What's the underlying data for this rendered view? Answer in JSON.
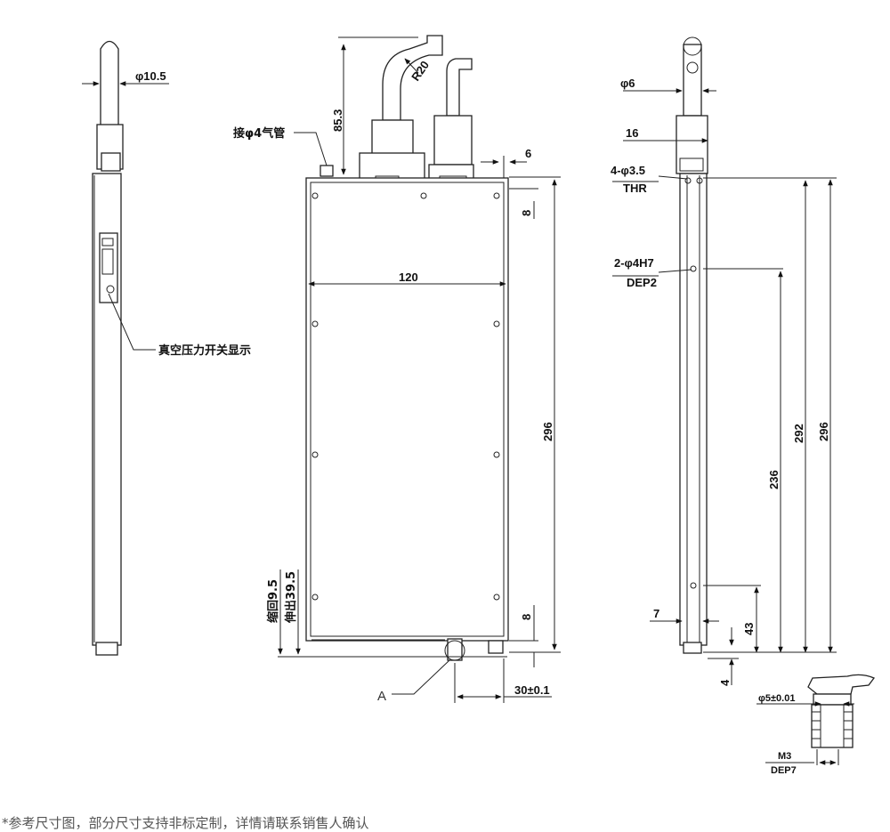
{
  "views": {
    "left": {
      "dim_diameter": "φ10.5",
      "callout_display": "真空压力开关显示"
    },
    "front": {
      "dim_height_top": "85.3",
      "dim_radius": "R20",
      "callout_air": "接φ4气管",
      "dim_6": "6",
      "dim_8_top": "8",
      "dim_width": "120",
      "dim_height": "296",
      "dim_8_bottom": "8",
      "dim_retract": "缩回9.5",
      "dim_extend": "伸出39.5",
      "detail_marker": "A",
      "dim_30": "30±0.1"
    },
    "right": {
      "dim_phi6": "φ6",
      "dim_16": "16",
      "dim_holes_thr": "4-φ3.5",
      "thr_label": "THR",
      "dim_holes_h7": "2-φ4H7",
      "dep2_label": "DEP2",
      "dim_236": "236",
      "dim_292": "292",
      "dim_296": "296",
      "dim_7": "7",
      "dim_43": "43",
      "dim_4": "4"
    },
    "detail": {
      "dim_phi5": "φ5±0.01",
      "thread": "M3",
      "depth": "DEP7"
    }
  },
  "footnote": "*参考尺寸图，部分尺寸支持非标定制，详情请联系销售人确认"
}
